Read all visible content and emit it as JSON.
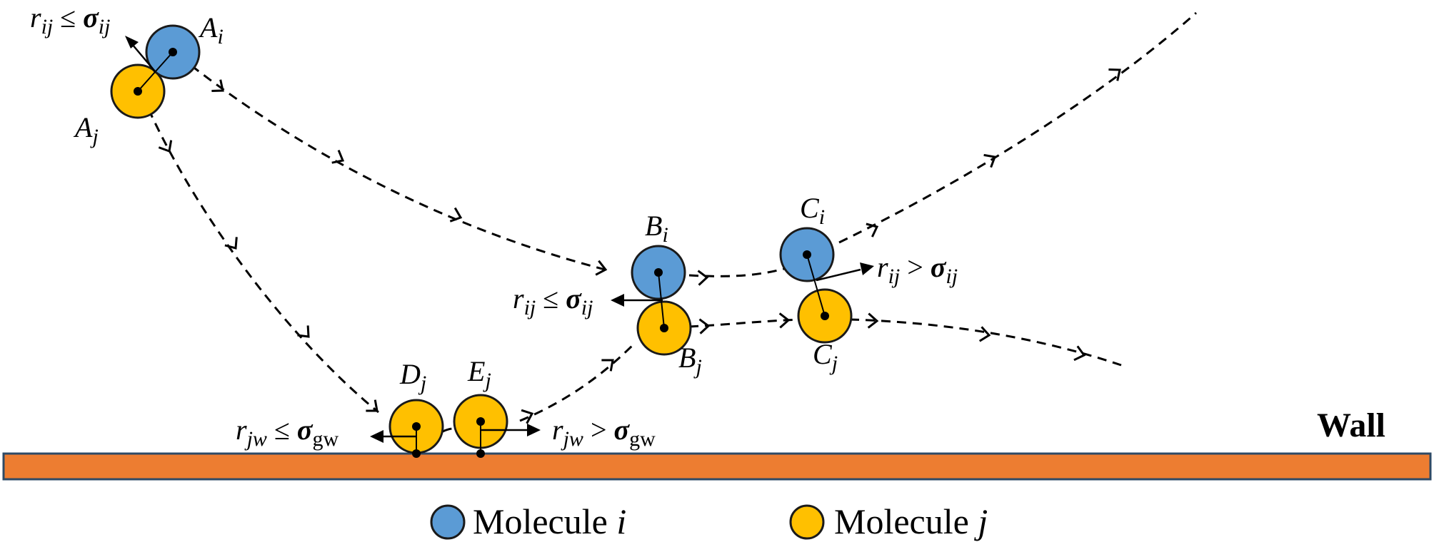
{
  "wall_label": "Wall",
  "legend": {
    "molecule_i": {
      "text": "Molecule ",
      "var": "i"
    },
    "molecule_j": {
      "text": "Molecule ",
      "var": "j"
    }
  },
  "points": {
    "A_i": {
      "base": "A",
      "sub": "i"
    },
    "A_j": {
      "base": "A",
      "sub": "j"
    },
    "B_i": {
      "base": "B",
      "sub": "i"
    },
    "B_j": {
      "base": "B",
      "sub": "j"
    },
    "C_i": {
      "base": "C",
      "sub": "i"
    },
    "C_j": {
      "base": "C",
      "sub": "j"
    },
    "D_j": {
      "base": "D",
      "sub": "j"
    },
    "E_j": {
      "base": "E",
      "sub": "j"
    }
  },
  "conditions": {
    "collision_A": {
      "r": "r",
      "r_sub": "ij",
      "op": " ≤ ",
      "sigma": "σ",
      "sigma_sub": "ij"
    },
    "collision_B": {
      "r": "r",
      "r_sub": "ij",
      "op": " ≤ ",
      "sigma": "σ",
      "sigma_sub": "ij"
    },
    "separation_C": {
      "r": "r",
      "r_sub": "ij",
      "op": " > ",
      "sigma": "σ",
      "sigma_sub": "ij"
    },
    "wall_collision_D": {
      "r": "r",
      "r_sub": "jw",
      "op": " ≤ ",
      "sigma": "σ",
      "sigma_sub": "gw"
    },
    "wall_separation_E": {
      "r": "r",
      "r_sub": "jw",
      "op": " > ",
      "sigma": "σ",
      "sigma_sub": "gw"
    }
  },
  "colors": {
    "molecule_i": "#5b9bd5",
    "molecule_j": "#ffc000",
    "wall": "#ed7d31"
  }
}
